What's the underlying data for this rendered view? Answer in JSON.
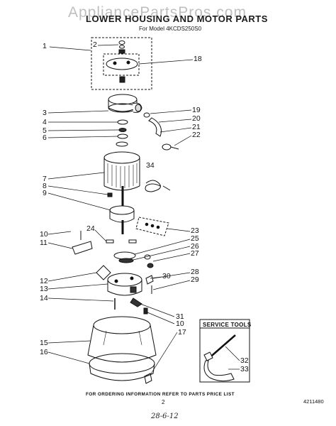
{
  "watermark": "AppliancePartsPros.com",
  "title": "LOWER HOUSING AND MOTOR PARTS",
  "subtitle": "For Model 4KCDS250S0",
  "callouts": [
    "1",
    "2",
    "18",
    "3",
    "19",
    "20",
    "4",
    "21",
    "5",
    "22",
    "6",
    "34",
    "7",
    "8",
    "9",
    "23",
    "10",
    "24",
    "25",
    "11",
    "26",
    "27",
    "28",
    "12",
    "30",
    "29",
    "13",
    "14",
    "31",
    "10",
    "17",
    "15",
    "16",
    "32",
    "33"
  ],
  "service_tools": {
    "title": "SERVICE TOOLS"
  },
  "footer": {
    "note": "FOR ORDERING INFORMATION REFER TO PARTS PRICE LIST",
    "page_number": "2",
    "doc_number": "4211480",
    "handwritten_date": "28-6-12"
  },
  "colors": {
    "ink": "#111111",
    "watermark": "#bfbfbf",
    "background": "#ffffff"
  }
}
